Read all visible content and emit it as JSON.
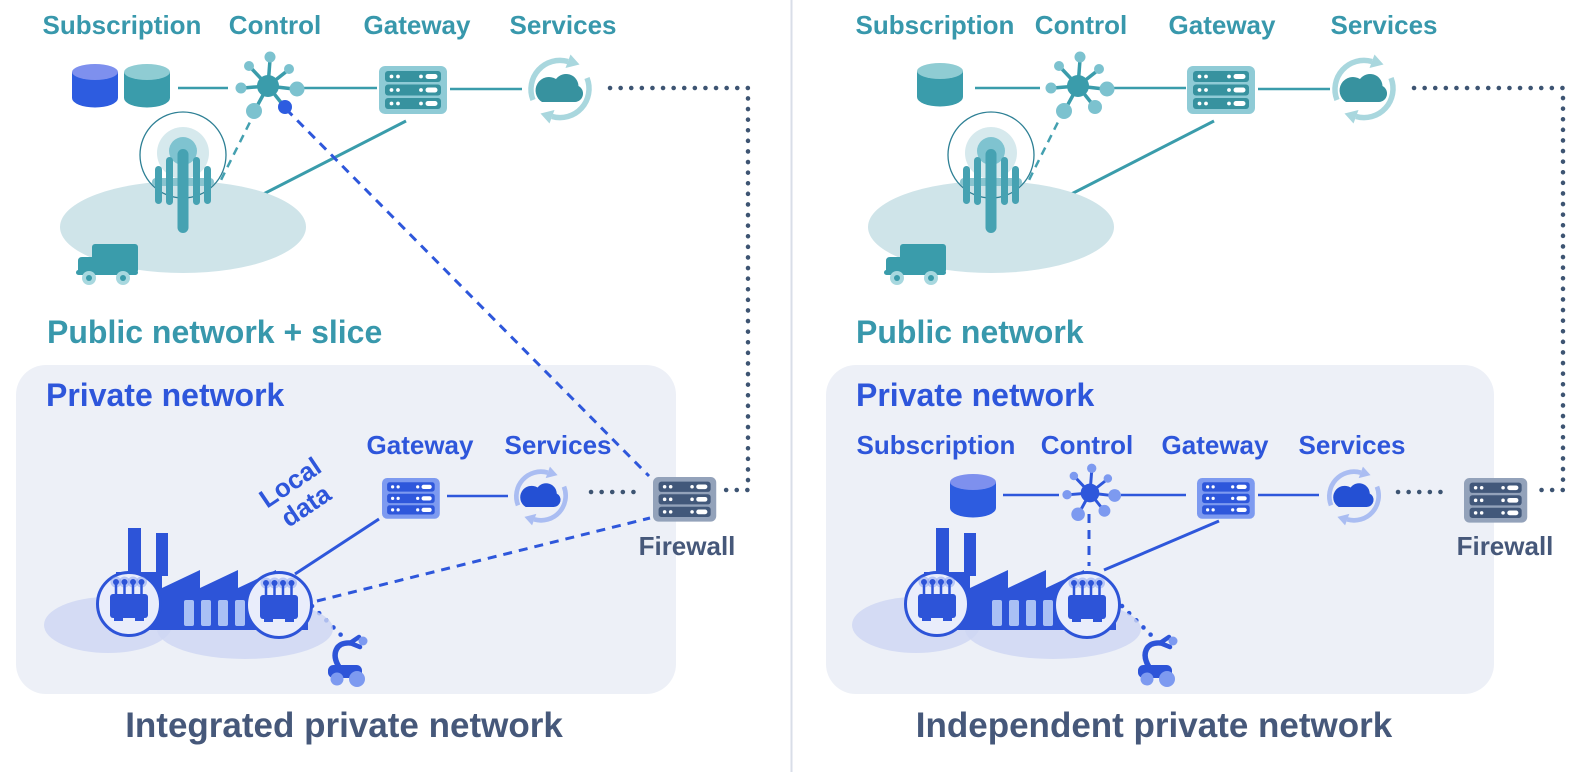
{
  "colors": {
    "public_accent": "#3898ac",
    "private_accent": "#2e56db",
    "boundary_slate": "#46587a",
    "private_box_bg": "#edf0f7"
  },
  "left_panel": {
    "public_nodes": {
      "subscription": "Subscription",
      "control": "Control",
      "gateway": "Gateway",
      "services": "Services"
    },
    "public_title": "Public network + slice",
    "private_title": "Private network",
    "private_nodes": {
      "gateway": "Gateway",
      "services": "Services"
    },
    "local_data_label": "Local data",
    "firewall_label": "Firewall",
    "caption": "Integrated private network"
  },
  "right_panel": {
    "public_nodes": {
      "subscription": "Subscription",
      "control": "Control",
      "gateway": "Gateway",
      "services": "Services"
    },
    "public_title": "Public network",
    "private_title": "Private network",
    "private_nodes": {
      "subscription": "Subscription",
      "control": "Control",
      "gateway": "Gateway",
      "services": "Services"
    },
    "firewall_label": "Firewall",
    "caption": "Independent private network"
  }
}
